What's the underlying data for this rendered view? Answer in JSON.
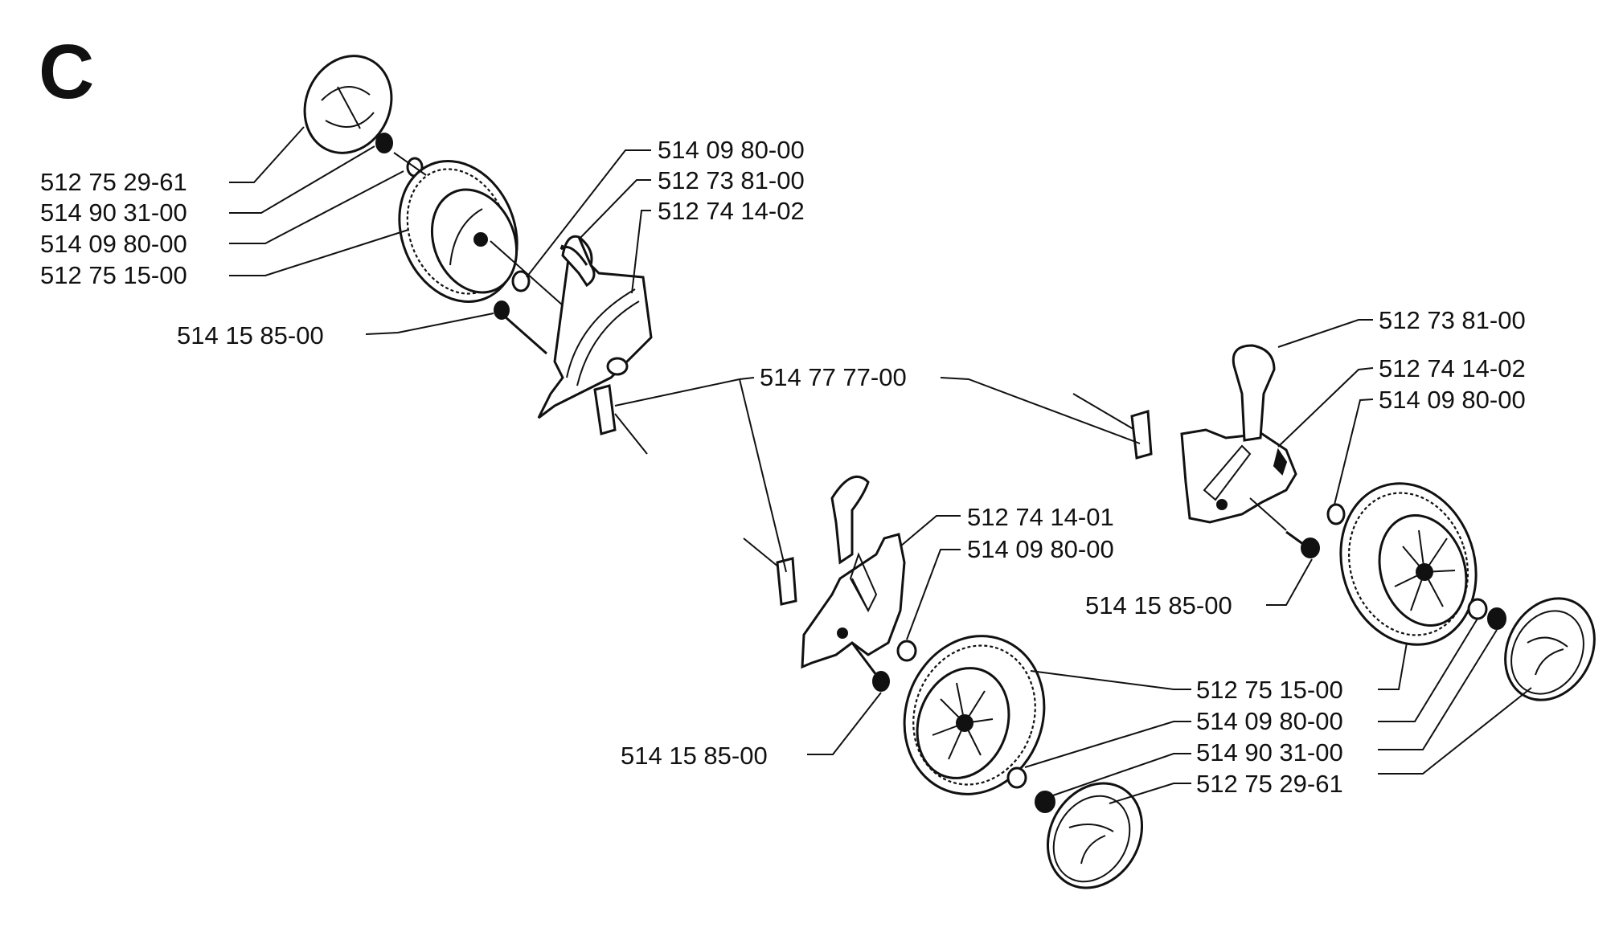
{
  "section_letter": "C",
  "labels": {
    "l1": "512 75 29-61",
    "l2": "514 90 31-00",
    "l3": "514 09 80-00",
    "l4": "512 75 15-00",
    "l5": "514 15 85-00",
    "l6": "514 09 80-00",
    "l7": "512 73 81-00",
    "l8": "512 74 14-02",
    "l9": "514 77 77-00",
    "l10": "512 74 14-01",
    "l11": "514 09 80-00",
    "l12": "514 15 85-00",
    "l13": "512 75 15-00",
    "l14": "514 09 80-00",
    "l15": "514 90 31-00",
    "l16": "512 75 29-61",
    "l17": "512 73 81-00",
    "l18": "512 74 14-02",
    "l19": "514 09 80-00",
    "l20": "514 15 85-00"
  }
}
